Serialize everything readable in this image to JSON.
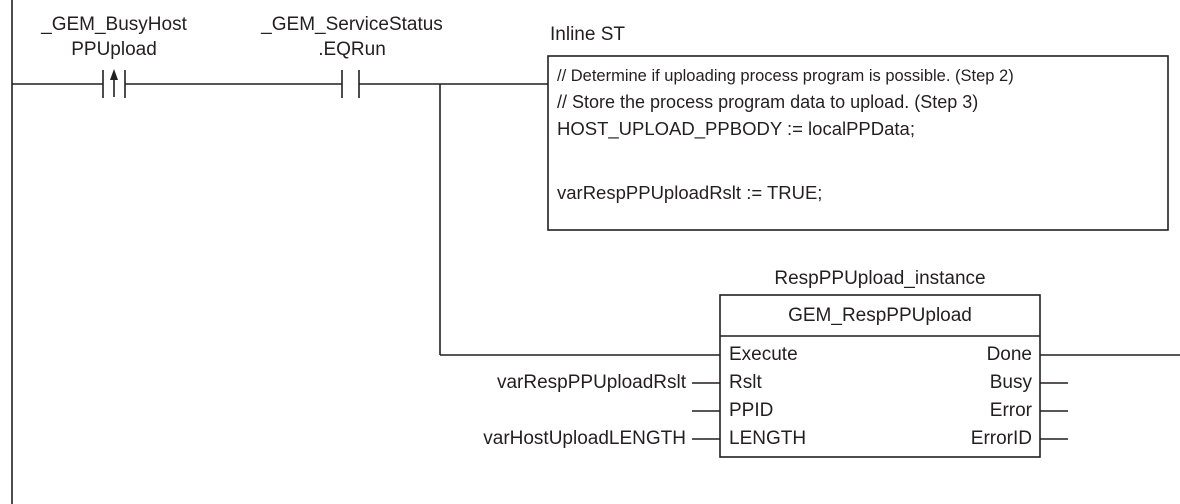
{
  "contacts": [
    {
      "label_line1": "_GEM_BusyHost",
      "label_line2": "PPUpload",
      "kind": "rising-edge"
    },
    {
      "label_line1": "_GEM_ServiceStatus",
      "label_line2": ".EQRun",
      "kind": "normally-open"
    }
  ],
  "inline_st": {
    "title": "Inline ST",
    "lines": [
      "// Determine if uploading process program is possible. (Step 2)",
      "// Store the process program data to upload. (Step 3)",
      "HOST_UPLOAD_PPBODY := localPPData;",
      "",
      "varRespPPUploadRslt := TRUE;"
    ]
  },
  "function_block": {
    "instance_name": "RespPPUpload_instance",
    "type_name": "GEM_RespPPUpload",
    "inputs": [
      "Execute",
      "Rslt",
      "PPID",
      "LENGTH"
    ],
    "outputs": [
      "Done",
      "Busy",
      "Error",
      "ErrorID"
    ],
    "input_variables": [
      "",
      "varRespPPUploadRslt",
      "",
      "varHostUploadLENGTH"
    ]
  }
}
